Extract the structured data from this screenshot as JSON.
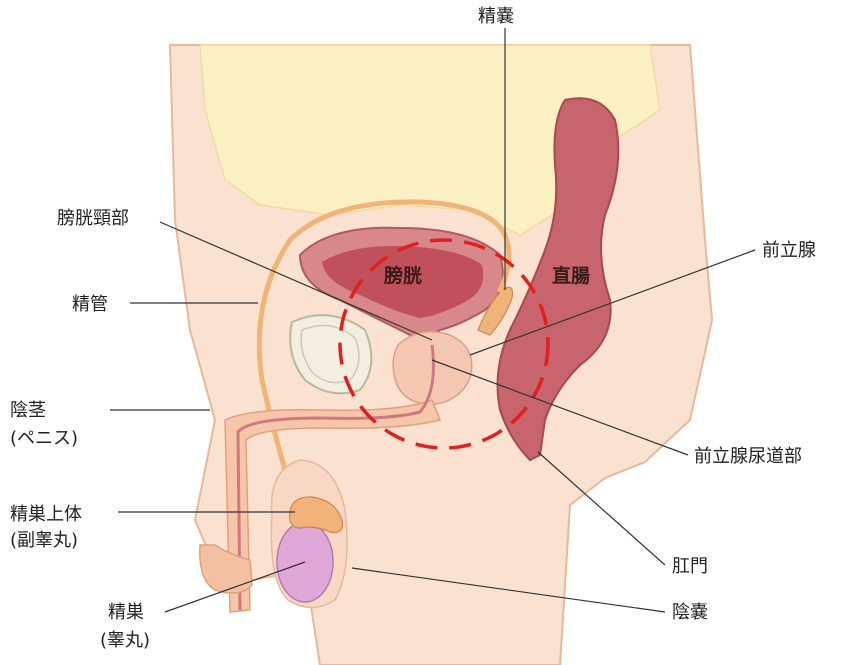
{
  "labels": {
    "seminal_vesicle": "精嚢",
    "bladder_neck": "膀胱頸部",
    "vas_deferens": "精管",
    "penis_1": "陰茎",
    "penis_2": "(ペニス)",
    "epididymis_1": "精巣上体",
    "epididymis_2": "(副睾丸)",
    "testis_1": "精巣",
    "testis_2": "(睾丸)",
    "prostate": "前立腺",
    "prostatic_urethra": "前立腺尿道部",
    "anus": "肛門",
    "scrotum": "陰嚢",
    "bladder": "膀胱",
    "rectum": "直腸"
  },
  "colors": {
    "skin": "#fbe2d0",
    "skin_outline": "#e8b89a",
    "intestine": "#fbf0c4",
    "bladder": "#d8878a",
    "bladder_inner": "#c0505a",
    "rectum": "#c8646c",
    "tube": "#f0b478",
    "testis": "#e0a8d8",
    "epididymis": "#f2b27a",
    "highlight_circle": "#e02020"
  }
}
